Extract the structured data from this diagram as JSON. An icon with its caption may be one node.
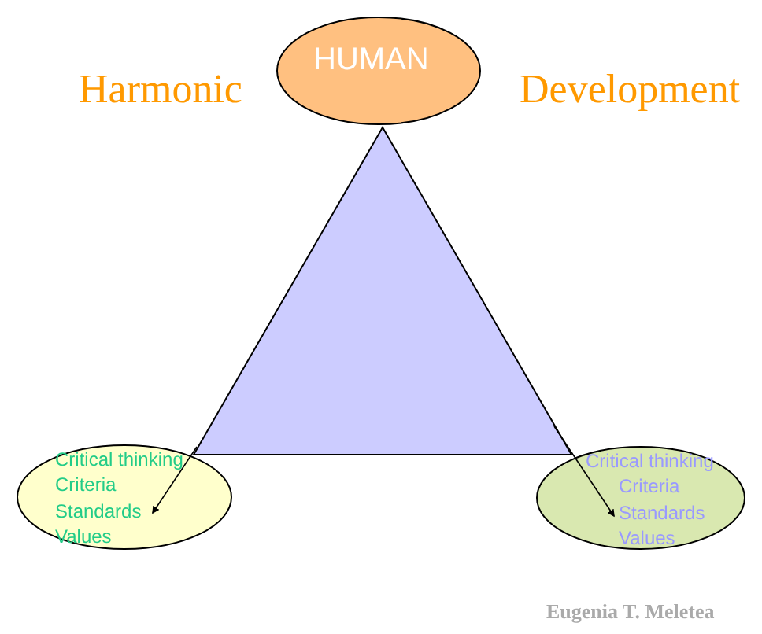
{
  "diagram": {
    "nodes": [
      {
        "text": [
          "HUMAN"
        ]
      },
      {
        "text": [],
        "shape": "triangle"
      },
      {
        "text": [
          "Critical thinking",
          "Criteria",
          "Standards",
          "Values"
        ]
      },
      {
        "text": [
          "Critical thinking",
          "Criteria",
          "Standards",
          "Values"
        ]
      }
    ],
    "edges": [
      {
        "from": 1,
        "to": 2,
        "arrow": "to"
      },
      {
        "from": 1,
        "to": 3,
        "arrow": "to"
      }
    ],
    "labels": [
      "Harmonic",
      "Development",
      "Eugenia T. Meletea"
    ]
  }
}
